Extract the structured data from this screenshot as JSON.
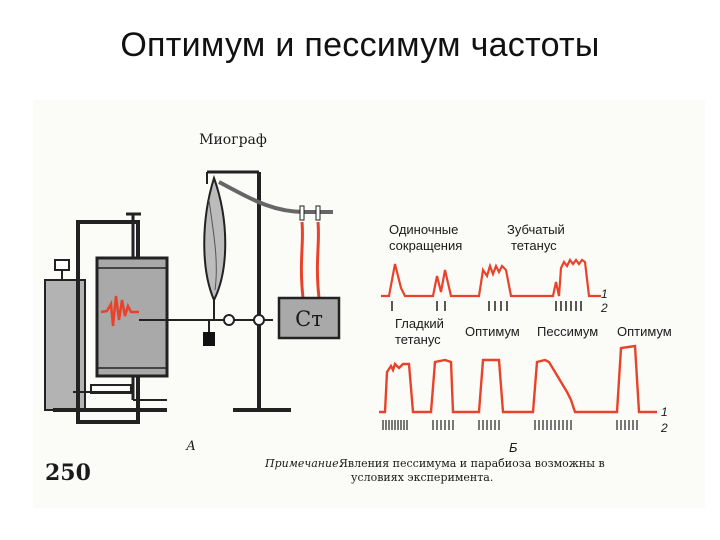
{
  "slide": {
    "title": "Оптимум и пессимум частоты"
  },
  "figure": {
    "page_number": "250",
    "apparatus": {
      "myograph_label": "Миограф",
      "stimulator_label": "Ст",
      "panel_label": "А"
    },
    "records": {
      "top_labels": [
        "Одиночные",
        "сокращения",
        "Зубчатый",
        "тетанус"
      ],
      "middle_labels": [
        "Гладкий",
        "тетанус",
        "Оптимум",
        "Пессимум",
        "Оптимум"
      ],
      "trace_numbers_top": [
        "1",
        "2"
      ],
      "trace_numbers_bottom": [
        "1",
        "2"
      ],
      "panel_label": "Б"
    },
    "note": {
      "lead": "Примечание.",
      "text": "Явления пессимума и парабиоза возможны в",
      "text2": "условиях эксперимента."
    },
    "colors": {
      "trace": "#e8432a",
      "ink": "#1a1a1a",
      "drum": "#a9a9a9",
      "frame": "#2a2a2a"
    }
  }
}
